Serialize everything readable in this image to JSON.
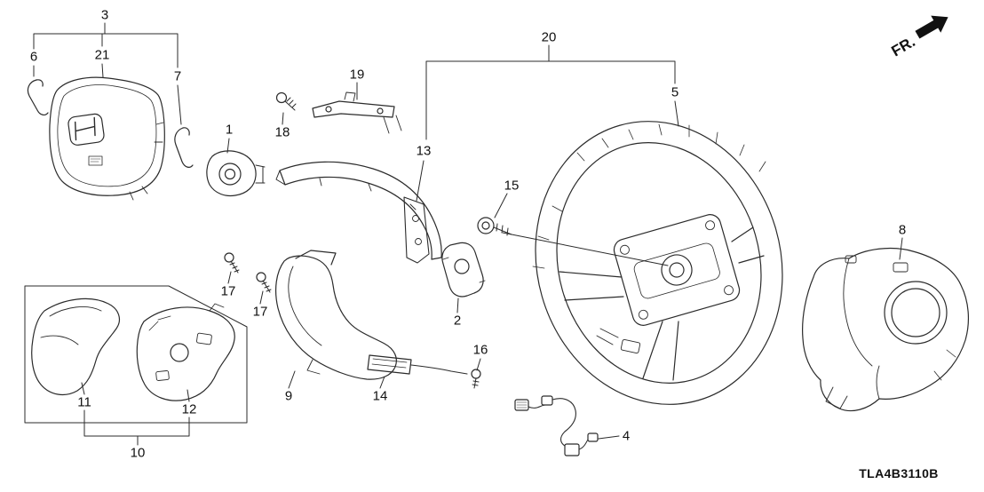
{
  "diagram": {
    "code": "TLA4B3110B",
    "fr_label": "FR.",
    "colors": {
      "ink": "#2b2b2b",
      "background": "#ffffff"
    }
  },
  "callouts": [
    {
      "label": "3"
    },
    {
      "label": "6"
    },
    {
      "label": "21"
    },
    {
      "label": "7"
    },
    {
      "label": "1"
    },
    {
      "label": "18"
    },
    {
      "label": "19"
    },
    {
      "label": "20"
    },
    {
      "label": "13"
    },
    {
      "label": "5"
    },
    {
      "label": "15"
    },
    {
      "label": "17"
    },
    {
      "label": "17"
    },
    {
      "label": "2"
    },
    {
      "label": "9"
    },
    {
      "label": "14"
    },
    {
      "label": "16"
    },
    {
      "label": "4"
    },
    {
      "label": "8"
    },
    {
      "label": "11"
    },
    {
      "label": "12"
    },
    {
      "label": "10"
    }
  ]
}
